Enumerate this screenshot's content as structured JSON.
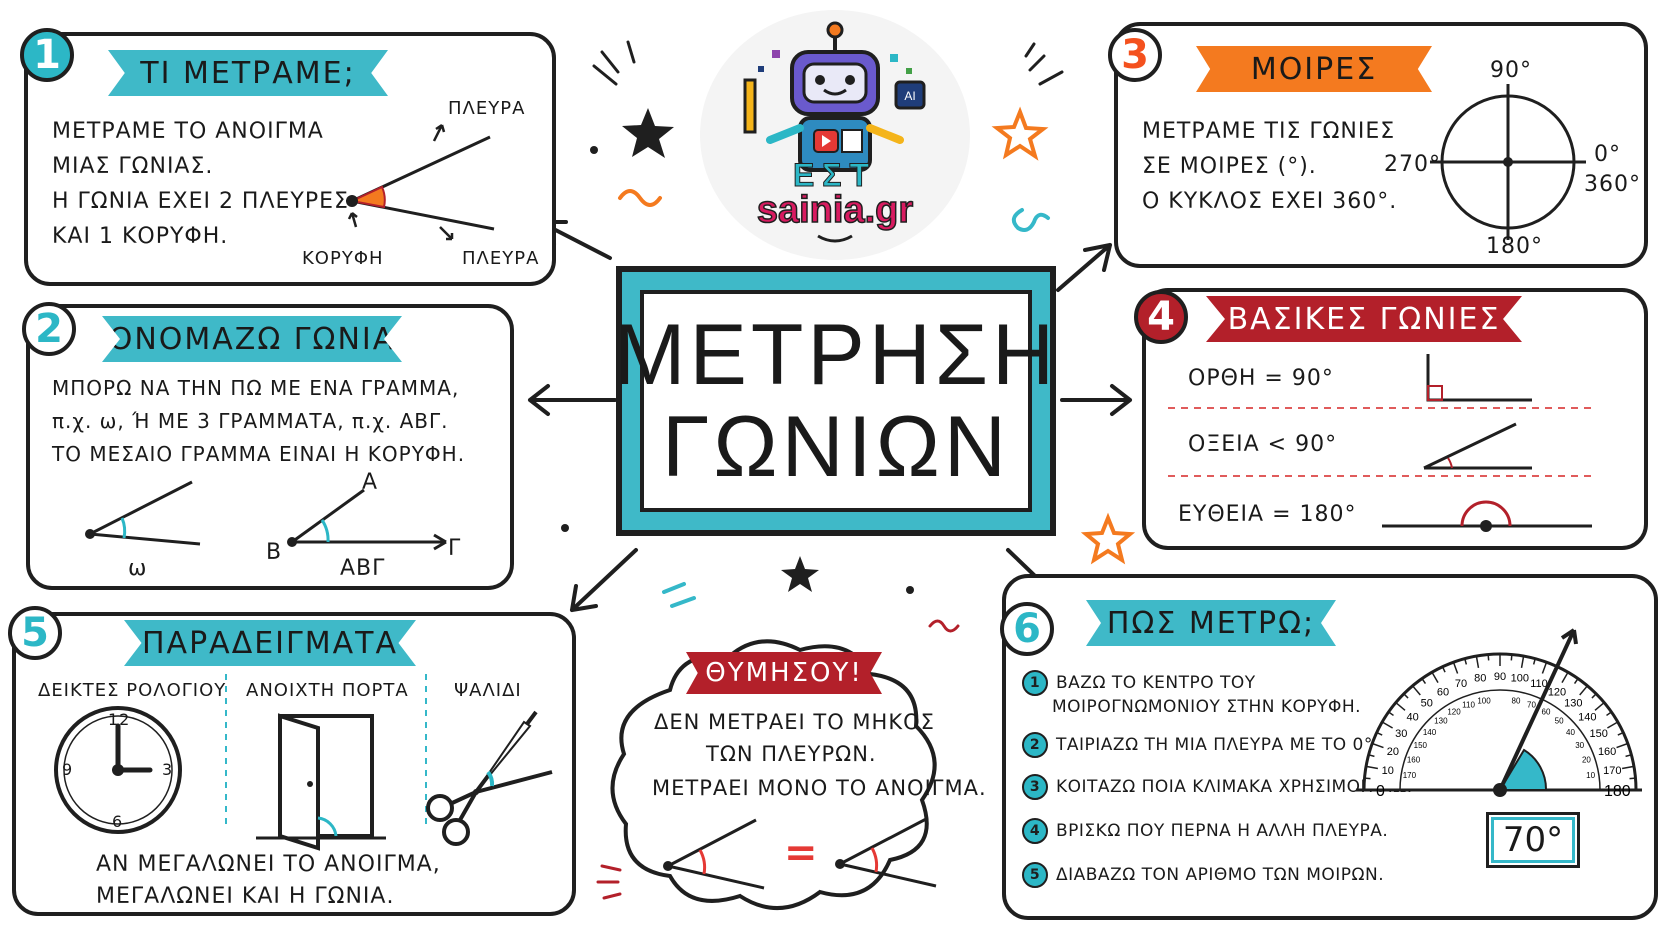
{
  "center": {
    "line1": "ΜΕΤΡΗΣΗ",
    "line2": "ΓΩΝΙΩΝ"
  },
  "logo": {
    "text": "sainia.gr",
    "letters": "ΕΣΤ",
    "badge": "AI"
  },
  "card1": {
    "number": "1",
    "title": "ΤΙ ΜΕΤΡΑΜΕ;",
    "lines": [
      "ΜΕΤΡΑΜΕ ΤΟ ΑΝΟΙΓΜΑ",
      "ΜΙΑΣ ΓΩΝΙΑΣ.",
      "Η ΓΩΝΙΑ ΕΧΕΙ 2 ΠΛΕΥΡΕΣ",
      "ΚΑΙ 1 ΚΟΡΥΦΗ."
    ],
    "label_side_top": "ΠΛΕΥΡΑ",
    "label_vertex": "ΚΟΡΥΦΗ",
    "label_side_bottom": "ΠΛΕΥΡΑ"
  },
  "card2": {
    "number": "2",
    "title": "ΟΝΟΜΑΖΩ ΓΩΝΙΑ",
    "lines": [
      "ΜΠΟΡΩ ΝΑ ΤΗΝ ΠΩ ΜΕ ΕΝΑ ΓΡΑΜΜΑ,",
      "π.χ. ω, Ή ΜΕ 3 ΓΡΑΜΜΑΤΑ, π.χ. ΑΒΓ.",
      "ΤΟ ΜΕΣΑΙΟ ΓΡΑΜΜΑ ΕΙΝΑΙ Η ΚΟΡΥΦΗ."
    ],
    "omega": "ω",
    "A": "Α",
    "B": "Β",
    "G": "Γ",
    "abg": "ΑΒΓ"
  },
  "card3": {
    "number": "3",
    "title": "ΜΟΙΡΕΣ",
    "lines": [
      "ΜΕΤΡΑΜΕ ΤΙΣ ΓΩΝΙΕΣ",
      "ΣΕ ΜΟΙΡΕΣ (°).",
      "Ο ΚΥΚΛΟΣ ΕΧΕΙ 360°."
    ],
    "deg90": "90°",
    "deg0": "0°",
    "deg360": "360°",
    "deg180": "180°",
    "deg270": "270°"
  },
  "card4": {
    "number": "4",
    "title": "ΒΑΣΙΚΕΣ ΓΩΝΙΕΣ",
    "rows": [
      "ΟΡΘΗ = 90°",
      "ΟΞΕΙΑ < 90°",
      "ΕΥΘΕΙΑ = 180°"
    ]
  },
  "card5": {
    "number": "5",
    "title": "ΠΑΡΑΔΕΙΓΜΑΤΑ",
    "examples": [
      "ΔΕΙΚΤΕΣ ΡΟΛΟΓΙΟΥ",
      "ΑΝΟΙΧΤΗ ΠΟΡΤΑ",
      "ΨΑΛΙΔΙ"
    ],
    "clock_numbers": [
      "12",
      "3",
      "6",
      "9"
    ],
    "note_line1": "ΑΝ ΜΕΓΑΛΩΝΕΙ ΤΟ ΑΝΟΙΓΜΑ,",
    "note_line2": "ΜΕΓΑΛΩΝΕΙ ΚΑΙ Η ΓΩΝΙΑ."
  },
  "cloud": {
    "title": "ΘΥΜΗΣΟΥ!",
    "lines": [
      "ΔΕΝ ΜΕΤΡΑΕΙ ΤΟ ΜΗΚΟΣ",
      "ΤΩΝ ΠΛΕΥΡΩΝ.",
      "ΜΕΤΡΑΕΙ ΜΟΝΟ ΤΟ ΑΝΟΙΓΜΑ."
    ],
    "equals": "="
  },
  "card6": {
    "number": "6",
    "title": "ΠΩΣ ΜΕΤΡΩ;",
    "steps": [
      {
        "n": "1",
        "text": "ΒΑΖΩ ΤΟ ΚΕΝΤΡΟ ΤΟΥ",
        "text2": "ΜΟΙΡΟΓΝΩΜΟΝΙΟΥ ΣΤΗΝ ΚΟΡΥΦΗ."
      },
      {
        "n": "2",
        "text": "ΤΑΙΡΙΑΖΩ ΤΗ ΜΙΑ ΠΛΕΥΡΑ ΜΕ ΤΟ 0°."
      },
      {
        "n": "3",
        "text": "ΚΟΙΤΑΖΩ ΠΟΙΑ ΚΛΙΜΑΚΑ ΧΡΗΣΙΜΟΠΟΙΩ."
      },
      {
        "n": "4",
        "text": "ΒΡΙΣΚΩ ΠΟΥ ΠΕΡΝΑ Η ΑΛΛΗ ΠΛΕΥΡΑ."
      },
      {
        "n": "5",
        "text": "ΔΙΑΒΑΖΩ ΤΟΝ ΑΡΙΘΜΟ ΤΩΝ ΜΟΙΡΩΝ."
      }
    ],
    "protractor_outer": [
      "10",
      "20",
      "30",
      "40",
      "50",
      "60",
      "70",
      "80",
      "90",
      "100",
      "110",
      "120",
      "130",
      "140",
      "150",
      "160",
      "170"
    ],
    "protractor_inner": [
      "170",
      "160",
      "150",
      "140",
      "130",
      "120",
      "110",
      "100",
      "80",
      "70",
      "60",
      "50",
      "40",
      "30",
      "20",
      "10"
    ],
    "zero": "0",
    "one_eighty": "180",
    "result": "70°"
  },
  "colors": {
    "teal": "#35b8c9",
    "orange": "#f47a1f",
    "red": "#b3202a",
    "ink": "#1f1f1f"
  }
}
